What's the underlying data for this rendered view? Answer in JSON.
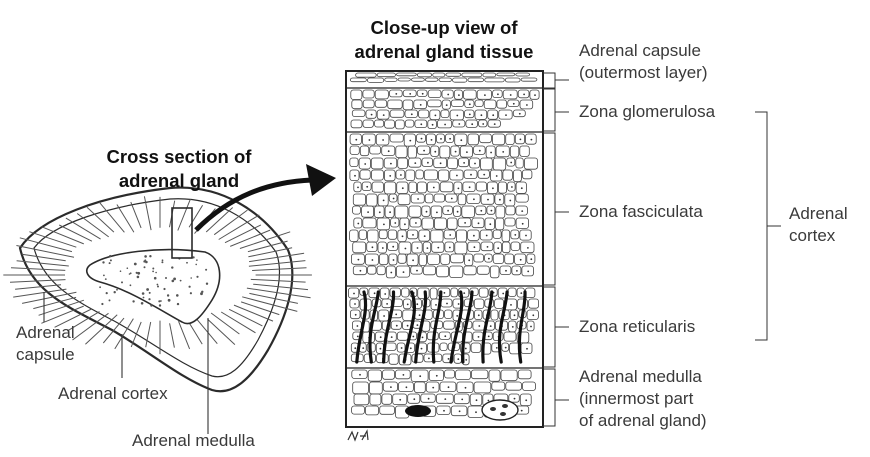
{
  "closeup_title": [
    "Close-up view of",
    "adrenal gland tissue"
  ],
  "cross_section_title": [
    "Cross section of",
    "adrenal gland"
  ],
  "left_labels": {
    "capsule": [
      "Adrenal",
      "capsule"
    ],
    "cortex": "Adrenal cortex",
    "medulla": "Adrenal medulla"
  },
  "layers": {
    "capsule": [
      "Adrenal capsule",
      "(outermost layer)"
    ],
    "glomerulosa": "Zona glomerulosa",
    "fasciculata": "Zona fasciculata",
    "reticularis": "Zona reticularis",
    "medulla": [
      "Adrenal medulla",
      "(innermost part",
      "of adrenal gland)"
    ]
  },
  "bracket_label": [
    "Adrenal",
    "cortex"
  ]
}
